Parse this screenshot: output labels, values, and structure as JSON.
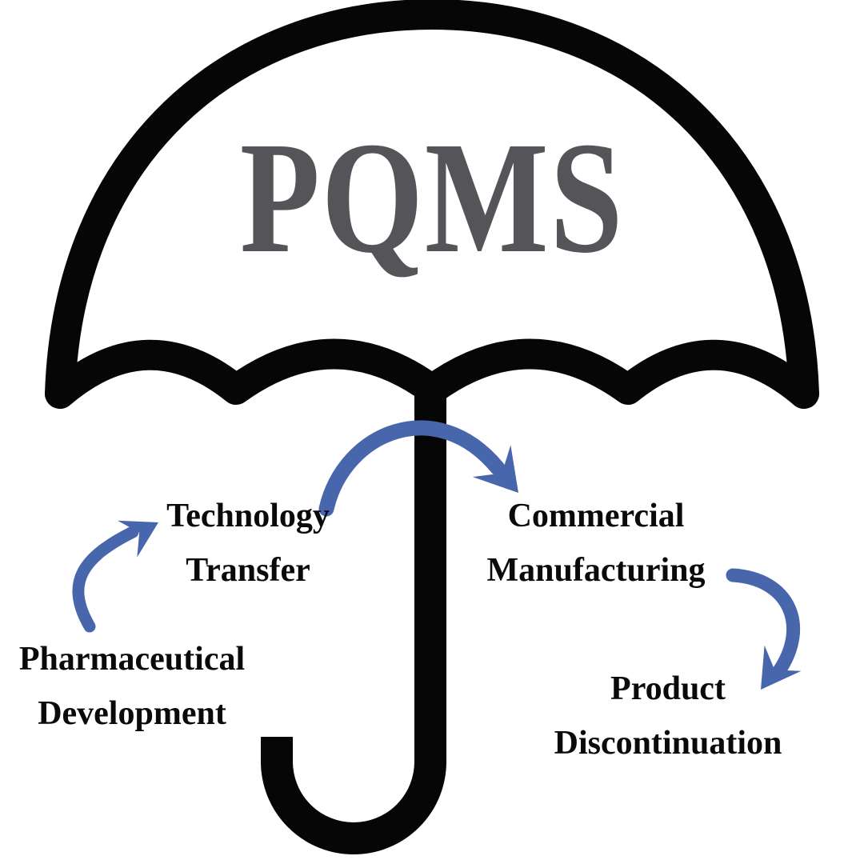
{
  "title": "PQMS",
  "stages": [
    {
      "label": "Pharmaceutical Development",
      "line1": "Pharmaceutical",
      "line2": "Development"
    },
    {
      "label": "Technology Transfer",
      "line1": "Technology",
      "line2": "Transfer"
    },
    {
      "label": "Commercial Manufacturing",
      "line1": "Commercial",
      "line2": "Manufacturing"
    },
    {
      "label": "Product Discontinuation",
      "line1": "Product",
      "line2": "Discontinuation"
    }
  ],
  "arrows": [
    {
      "id": "development-to-transfer",
      "from": "Pharmaceutical Development",
      "to": "Technology Transfer"
    },
    {
      "id": "transfer-to-manufacturing",
      "from": "Technology Transfer",
      "to": "Commercial Manufacturing"
    },
    {
      "id": "manufacturing-to-discontinuation",
      "from": "Commercial Manufacturing",
      "to": "Product Discontinuation"
    }
  ],
  "icons": {
    "main": "umbrella-icon"
  },
  "colors": {
    "background": "#ffffff",
    "umbrella_black": "#060606",
    "title_gray": "#555458",
    "arrow_blue": "#4766ac",
    "label_black": "#0a0a0a"
  }
}
